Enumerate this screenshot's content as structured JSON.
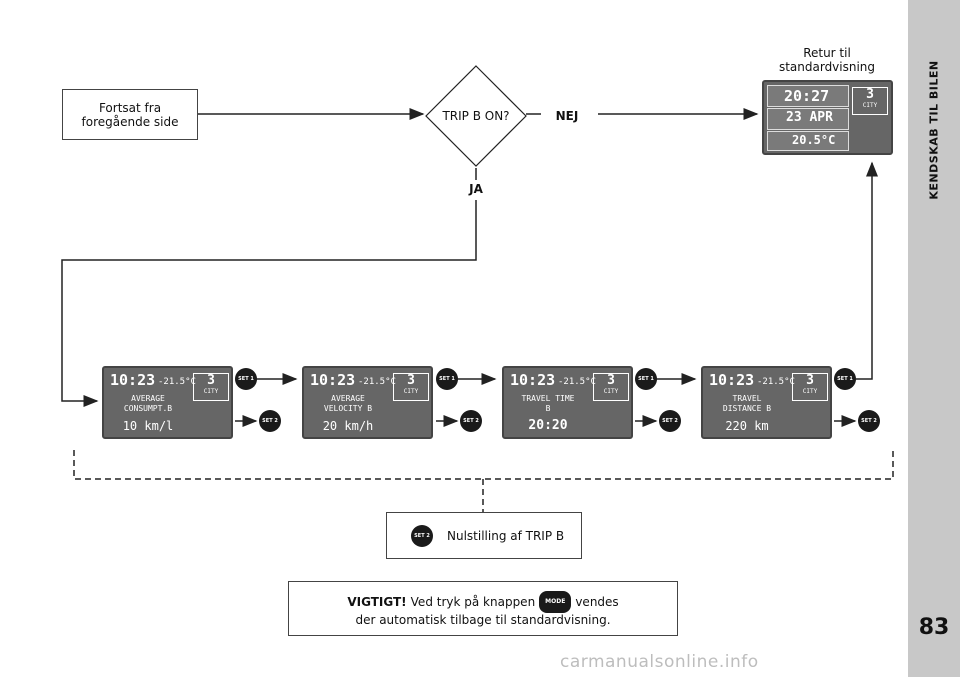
{
  "side_tab": {
    "title": "KENDSKAB TIL BILEN",
    "page_number": "83"
  },
  "flow": {
    "start_box": {
      "line1": "Fortsat fra",
      "line2": "foregående side"
    },
    "decision": "TRIP B ON?",
    "no_label": "NEJ",
    "yes_label": "JA",
    "return_label": {
      "line1": "Retur til",
      "line2": "standardvisning"
    }
  },
  "standard_display": {
    "time": "20:27",
    "gear": "3",
    "mode": "CITY",
    "date": "23 APR",
    "temp": "20.5°C"
  },
  "screens": [
    {
      "time": "10:23",
      "temp": "-21.5°C",
      "gear": "3",
      "mode": "CITY",
      "line1": "AVERAGE",
      "line2": "CONSUMPT.B",
      "value": "10 km/l"
    },
    {
      "time": "10:23",
      "temp": "-21.5°C",
      "gear": "3",
      "mode": "CITY",
      "line1": "AVERAGE",
      "line2": "VELOCITY B",
      "value": "20 km/h"
    },
    {
      "time": "10:23",
      "temp": "-21.5°C",
      "gear": "3",
      "mode": "CITY",
      "line1": "TRAVEL TIME",
      "line2": "B",
      "value": "20:20"
    },
    {
      "time": "10:23",
      "temp": "-21.5°C",
      "gear": "3",
      "mode": "CITY",
      "line1": "TRAVEL",
      "line2": "DISTANCE B",
      "value": "220 km"
    }
  ],
  "buttons": {
    "set1": "SET 1",
    "set2": "SET 2",
    "mode": "MODE"
  },
  "reset_box": {
    "button": "SET 2",
    "text": "Nulstilling af TRIP B"
  },
  "note": {
    "important": "VIGTIGT!",
    "text_before": "Ved tryk på knappen",
    "text_after": "vendes",
    "line2": "der automatisk tilbage til standardvisning."
  },
  "watermark": "carmanualsonline.info"
}
